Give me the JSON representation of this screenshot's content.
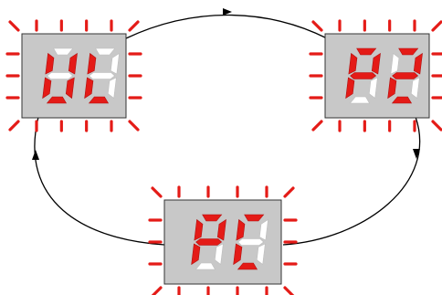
{
  "colors": {
    "segment_on": "#e41b17",
    "segment_off": "#ffffff",
    "panel_fill": "#c8c8c8",
    "panel_stroke": "#333333",
    "connector": "#000000"
  },
  "displays": [
    {
      "id": "display-top-left",
      "characters": [
        {
          "char": "U",
          "segments": [
            "b",
            "c",
            "d",
            "e",
            "f"
          ]
        },
        {
          "char": "L",
          "segments": [
            "d",
            "e",
            "f"
          ]
        }
      ],
      "blinking": true
    },
    {
      "id": "display-top-right",
      "characters": [
        {
          "char": "P",
          "segments": [
            "a",
            "b",
            "e",
            "f",
            "g"
          ]
        },
        {
          "char": "2",
          "segments": [
            "a",
            "b",
            "d",
            "e",
            "g"
          ]
        }
      ],
      "blinking": true
    },
    {
      "id": "display-bottom",
      "characters": [
        {
          "char": "P",
          "segments": [
            "a",
            "b",
            "e",
            "f",
            "g"
          ]
        },
        {
          "char": "C",
          "segments": [
            "a",
            "d",
            "e",
            "f"
          ]
        }
      ],
      "blinking": true
    }
  ],
  "cycle": [
    "display-top-left",
    "display-top-right",
    "display-bottom"
  ]
}
